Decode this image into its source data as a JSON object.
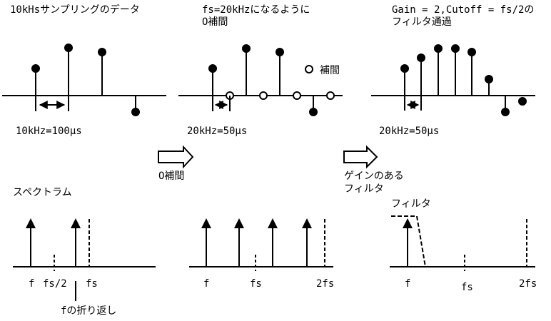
{
  "panel1": {
    "title": "10kHsサンプリングのデータ",
    "interval_label": "10kHz=100μs"
  },
  "panel2": {
    "title_line1": "fs=20kHzになるように",
    "title_line2": "O補間",
    "legend_label": "補間",
    "interval_label": "20kHz=50μs"
  },
  "panel3": {
    "title_line1": "Gain = 2,Cutoff = fs/2の",
    "title_line2": "フィルタ通過",
    "interval_label": "20kHz=50μs"
  },
  "arrow1_label": "O補間",
  "arrow2_label_line1": "ゲインのある",
  "arrow2_label_line2": "フィルタ",
  "spectrum_title": "スペクトラム",
  "spec1": {
    "f": "f",
    "fs_half": "fs/2",
    "fs": "fs",
    "alias_note": "fの折り返し"
  },
  "spec2": {
    "f": "f",
    "fs": "fs",
    "two_fs": "2fs"
  },
  "spec3": {
    "filter_label": "フィルタ",
    "f": "f",
    "fs": "fs",
    "two_fs": "2fs"
  }
}
